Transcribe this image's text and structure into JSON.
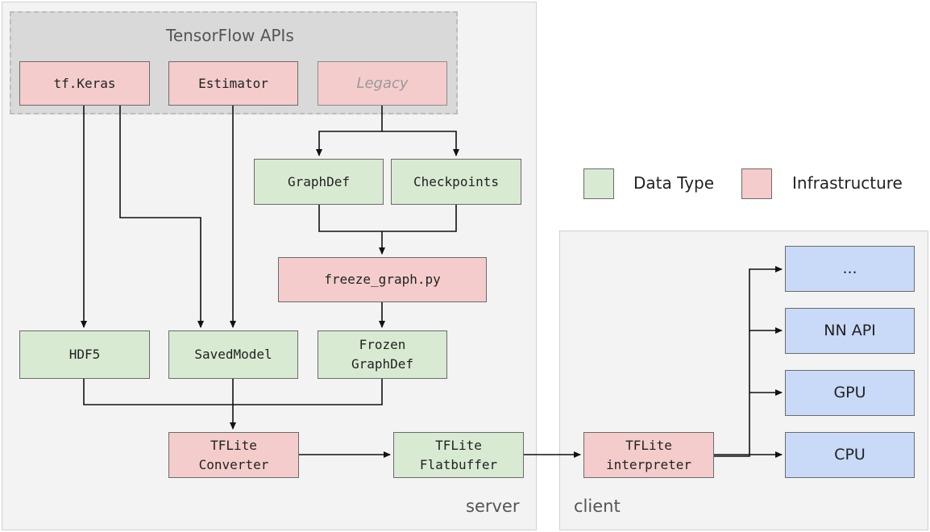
{
  "regions": {
    "apis_title": "TensorFlow APIs",
    "server_label": "server",
    "client_label": "client"
  },
  "nodes": {
    "tf_keras": "tf.Keras",
    "estimator": "Estimator",
    "legacy": "Legacy",
    "graphdef": "GraphDef",
    "checkpoints": "Checkpoints",
    "freeze_graph": "freeze_graph.py",
    "hdf5": "HDF5",
    "savedmodel": "SavedModel",
    "frozen_graphdef": "Frozen\nGraphDef",
    "tflite_converter": "TFLite\nConverter",
    "tflite_flatbuffer": "TFLite\nFlatbuffer",
    "tflite_interpreter": "TFLite\ninterpreter",
    "backend_ellipsis": "...",
    "backend_nnapi": "NN API",
    "backend_gpu": "GPU",
    "backend_cpu": "CPU"
  },
  "legend": {
    "data_type": "Data Type",
    "infrastructure": "Infrastructure"
  },
  "colors": {
    "infrastructure": "#f4cccc",
    "data_type": "#d9ead3",
    "hardware": "#c9daf8",
    "region_bg": "#f3f3f3",
    "apis_bg": "#d9d9d9"
  }
}
